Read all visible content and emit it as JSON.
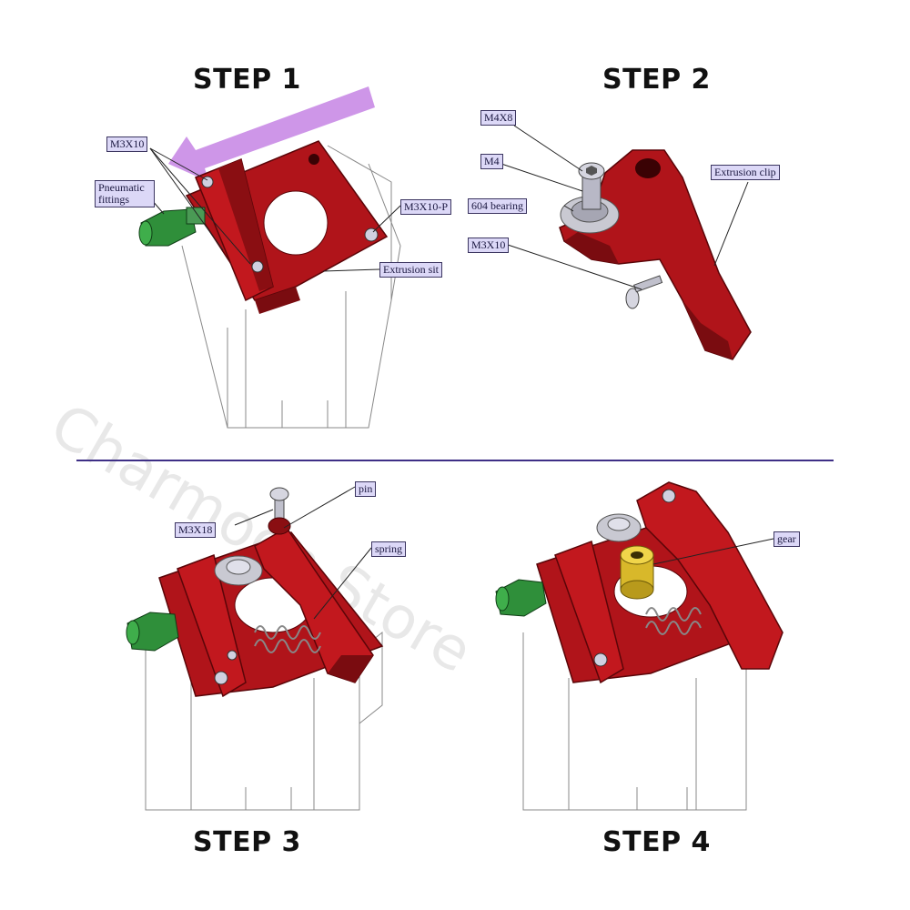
{
  "steps": {
    "step1": {
      "title": "STEP 1",
      "labels": {
        "m3x10": "M3X10",
        "pneumatic": "Pneumatic fittings",
        "m3x10p": "M3X10-P",
        "extrusion_sit": "Extrusion sit"
      }
    },
    "step2": {
      "title": "STEP 2",
      "labels": {
        "m4x8": "M4X8",
        "m4": "M4",
        "bearing": "604 bearing",
        "m3x10": "M3X10",
        "extrusion_clip": "Extrusion clip"
      }
    },
    "step3": {
      "title": "STEP 3",
      "labels": {
        "m3x18": "M3X18",
        "pin": "pin",
        "spring": "spring"
      }
    },
    "step4": {
      "title": "STEP 4",
      "labels": {
        "gear": "gear"
      }
    }
  },
  "watermark": "Charmoon Store",
  "colors": {
    "frame_red": "#b0141a",
    "frame_dark": "#7a0c10",
    "fitting_green": "#2f8f3a",
    "gear_gold": "#d8b82a",
    "arrow_violet": "#c98be6",
    "divider": "#3e2f86",
    "callout_bg": "#dcd8f7"
  }
}
